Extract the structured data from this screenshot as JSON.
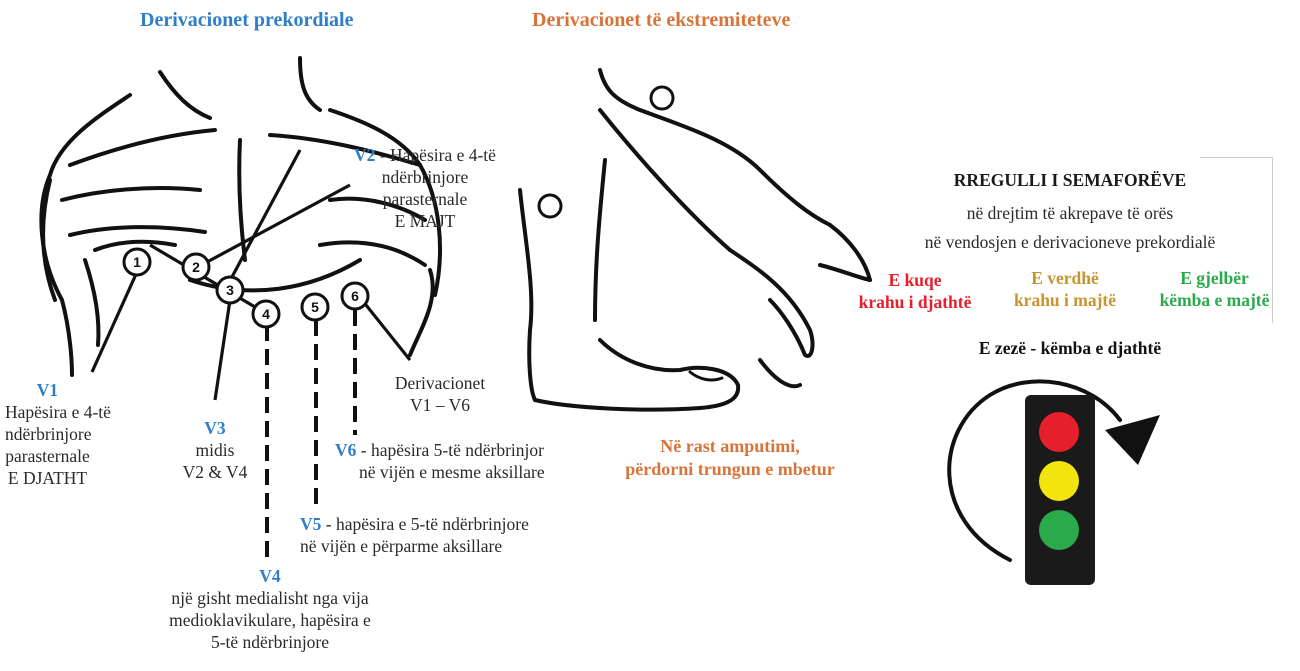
{
  "precordial": {
    "title": "Derivacionet prekordiale",
    "electrodes": [
      "1",
      "2",
      "3",
      "4",
      "5",
      "6"
    ],
    "v2": {
      "code": "V2",
      "dash": " - ",
      "lines": [
        "Hapësira e 4-të",
        "ndërbrinjore",
        "parasternale",
        "E MAJT"
      ]
    },
    "v1": {
      "code": "V1",
      "lines": [
        "Hapësira e 4-të",
        "ndërbrinjore",
        "parasternale",
        "E DJATHT"
      ]
    },
    "v3": {
      "code": "V3",
      "lines": [
        "midis",
        "V2 & V4"
      ]
    },
    "v4": {
      "code": "V4",
      "lines": [
        "një gisht medialisht nga vija",
        "medioklavikulare, hapësira e",
        "5-të ndërbrinjore"
      ]
    },
    "v5": {
      "code": "V5",
      "dash": " - ",
      "lines": [
        "hapësira e 5-të ndërbrinjore",
        "në vijën e përparme aksillare"
      ]
    },
    "v6": {
      "code": "V6",
      "dash": " - ",
      "lines": [
        "hapësira 5-të ndërbrinjor",
        "në vijën e mesme aksillare"
      ]
    },
    "derivacionet": {
      "lines": [
        "Derivacionet",
        "V1 – V6"
      ]
    }
  },
  "limb": {
    "title": "Derivacionet të ekstremiteteve",
    "amputation": [
      "Në rast amputimi,",
      "përdorni trungun e mbetur"
    ]
  },
  "traffic_rule": {
    "title": "RREGULLI I SEMAFORËVE",
    "lines": [
      "në drejtim të akrepave të orës",
      "në vendosjen e derivacioneve prekordialë"
    ],
    "red": {
      "color": "E kuqe",
      "place": "krahu i djathtë",
      "hex": "#e5202a"
    },
    "yellow": {
      "color": "E verdhë",
      "place": "krahu i majtë",
      "hex": "#c8952e"
    },
    "green": {
      "color": "E gjelbër",
      "place": "këmba e majtë",
      "hex": "#2aaa4a"
    },
    "black": {
      "label": "E zezë - këmba e djathtë"
    },
    "light_colors": [
      "#e5202a",
      "#f2e40d",
      "#2aaa4a"
    ]
  },
  "colors": {
    "blue": "#2f7fc8",
    "orange": "#d8743a"
  }
}
